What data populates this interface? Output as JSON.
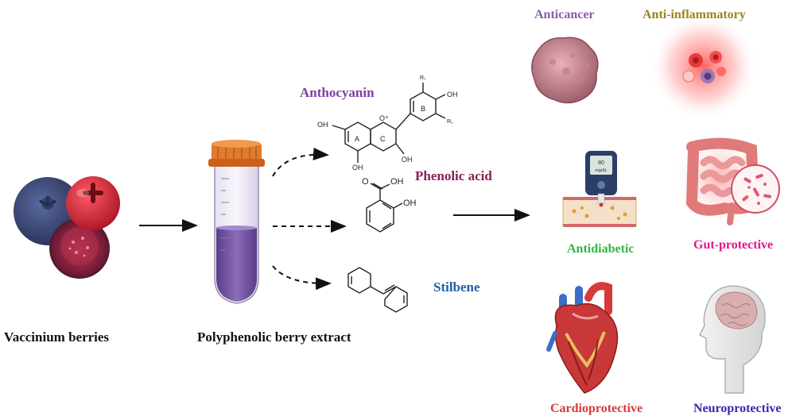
{
  "labels": {
    "vaccinium": "Vaccinium berries",
    "extract": "Polyphenolic berry extract",
    "anthocyanin": "Anthocyanin",
    "phenolic_acid": "Phenolic acid",
    "stilbene": "Stilbene",
    "anticancer": "Anticancer",
    "anti_inflammatory": "Anti-inflammatory",
    "antidiabetic": "Antidiabetic",
    "gut_protective": "Gut-protective",
    "cardioprotective": "Cardioprotective",
    "neuroprotective": "Neuroprotective"
  },
  "structure_labels": {
    "oh": "OH",
    "oplus": "O⁺",
    "ring_a": "A",
    "ring_b": "B",
    "ring_c": "C",
    "r1": "R₁",
    "r2": "R₂",
    "o": "O"
  },
  "glucometer": {
    "value": "80",
    "unit": "mg/dL"
  },
  "colors": {
    "anthocyanin": "#7b3fa6",
    "phenolic_acid": "#8a1f57",
    "stilbene": "#1f5fa8",
    "anticancer": "#8a5db0",
    "anti_inflammatory": "#9a8420",
    "antidiabetic": "#32b544",
    "gut_protective": "#e0188a",
    "cardioprotective": "#d63a3a",
    "neuroprotective": "#4422b0",
    "blueberry": "#3e4d7e",
    "cranberry": "#d62d3c",
    "tube_cap": "#e07a2c",
    "extract_fill": "#6a4a9a"
  },
  "icons": [
    "blueberry-icon",
    "cranberry-icon",
    "cut-berry-icon",
    "tube-icon",
    "cancer-cell-icon",
    "inflammation-icon",
    "glucometer-icon",
    "intestine-icon",
    "heart-icon",
    "brain-head-icon"
  ]
}
